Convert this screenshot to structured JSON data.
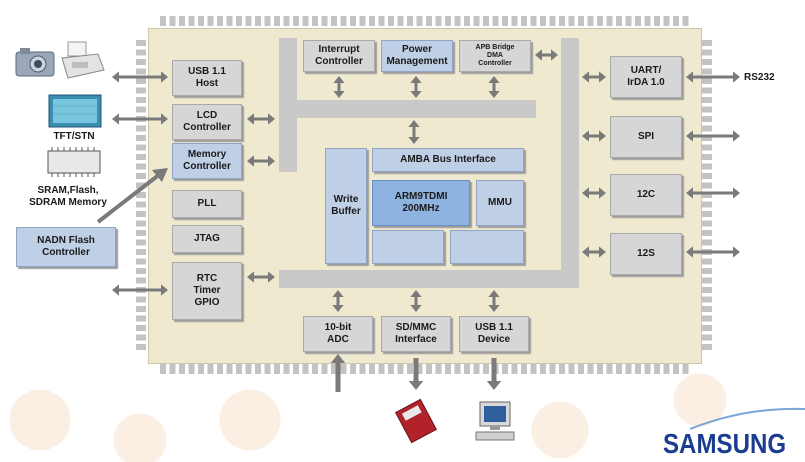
{
  "blocks": {
    "usb_host": "USB 1.1\nHost",
    "lcd": "LCD\nController",
    "memory": "Memory\nController",
    "pll": "PLL",
    "jtag": "JTAG",
    "rtc": "RTC\nTimer\nGPIO",
    "interrupt": "Interrupt\nController",
    "power": "Power\nManagement",
    "apb": "APB Bridge\nDMA\nController",
    "amba": "AMBA Bus Interface",
    "write_buffer": "Write\nBuffer",
    "arm": "ARM9TDMI\n200MHz",
    "mmu": "MMU",
    "uart": "UART/\nIrDA 1.0",
    "spi": "SPI",
    "i2c": "12C",
    "i2s": "12S",
    "adc": "10-bit\nADC",
    "sdmmc": "SD/MMC\nInterface",
    "usb_device": "USB 1.1\nDevice",
    "nand": "NADN Flash\nController"
  },
  "labels": {
    "tft": "TFT/STN",
    "sram": "SRAM,Flash,\nSDRAM Memory",
    "rs232": "RS232"
  },
  "brand": "SAMSUNG",
  "colors": {
    "chip": "#efe9cf",
    "block": "#d6d6d6",
    "blue_block": "#bfcfe5",
    "core": "#8fb3e1",
    "arrow": "#7a7a7a",
    "brand": "#1b3d8f"
  }
}
